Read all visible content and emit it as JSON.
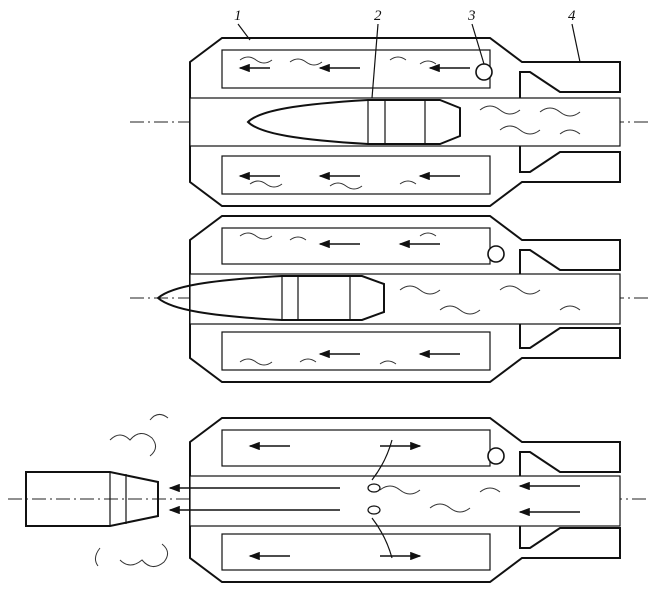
{
  "figure": {
    "callouts": [
      {
        "id": "1",
        "label": "1"
      },
      {
        "id": "2",
        "label": "2"
      },
      {
        "id": "3",
        "label": "3"
      },
      {
        "id": "4",
        "label": "4"
      }
    ],
    "stages": [
      {
        "id": "stage-1",
        "projectile": "inside-barrel"
      },
      {
        "id": "stage-2",
        "projectile": "exiting-muzzle"
      },
      {
        "id": "stage-3",
        "projectile": "past-muzzle"
      }
    ],
    "icons": [
      "bullet-icon",
      "gas-flow-arrow-icon",
      "valve-ball-icon",
      "hatching-pattern"
    ]
  }
}
